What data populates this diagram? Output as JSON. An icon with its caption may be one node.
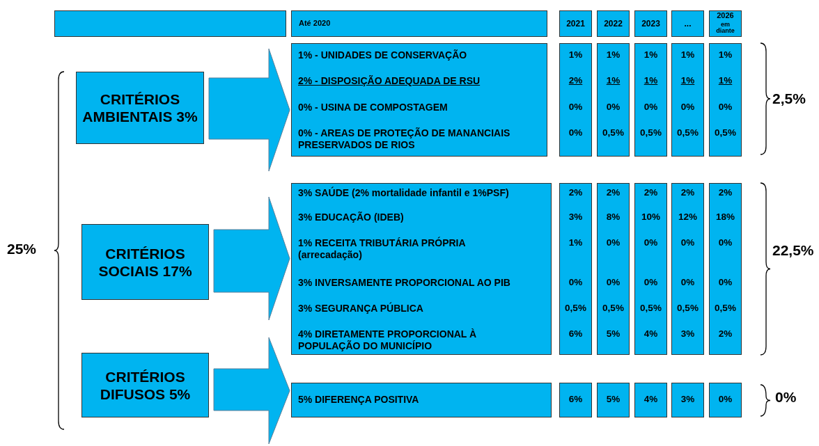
{
  "diagram": {
    "nodes": [
      {
        "text": [],
        "shape": "box"
      },
      {
        "text": [
          "Até 2020"
        ]
      },
      {
        "text": [
          "2021"
        ]
      },
      {
        "text": [
          "2022"
        ]
      },
      {
        "text": [
          "2023"
        ]
      },
      {
        "text": [
          "..."
        ]
      },
      {
        "text": [
          "2026",
          "em diante"
        ]
      },
      {
        "text": [
          "CRITÉRIOS AMBIENTAIS 3%"
        ]
      },
      {
        "text": [
          "1% - UNIDADES DE CONSERVAÇÃO",
          "2% - DISPOSIÇÃO ADEQUADA DE RSU",
          "0% - USINA DE COMPOSTAGEM",
          "0% - AREAS DE PROTEÇÃO DE MANANCIAIS PRESERVADOS DE RIOS"
        ]
      },
      {
        "text": [
          "1%",
          "2%",
          "0%",
          "0%"
        ]
      },
      {
        "text": [
          "1%",
          "1%",
          "0%",
          "0,5%"
        ]
      },
      {
        "text": [
          "1%",
          "1%",
          "0%",
          "0,5%"
        ]
      },
      {
        "text": [
          "1%",
          "1%",
          "0%",
          "0,5%"
        ]
      },
      {
        "text": [
          "1%",
          "1%",
          "0%",
          "0,5%"
        ]
      },
      {
        "text": [
          "CRITÉRIOS SOCIAIS 17%"
        ]
      },
      {
        "text": [
          "3% SAÚDE (2% mortalidade infantil e 1%PSF)",
          "3% EDUCAÇÃO (IDEB)",
          "1% RECEITA TRIBUTÁRIA PRÓPRIA (arrecadação)",
          "3%  INVERSAMENTE PROPORCIONAL AO PIB",
          "3% SEGURANÇA PÚBLICA",
          "4% DIRETAMENTE PROPORCIONAL À POPULAÇÃO DO MUNICÍPIO"
        ]
      },
      {
        "text": [
          "2%",
          "3%",
          "1%",
          "0%",
          "0,5%",
          "6%"
        ]
      },
      {
        "text": [
          "2%",
          "8%",
          "0%",
          "0%",
          "0,5%",
          "5%"
        ]
      },
      {
        "text": [
          "2%",
          "10%",
          "0%",
          "0%",
          "0,5%",
          "4%"
        ]
      },
      {
        "text": [
          "2%",
          "12%",
          "0%",
          "0%",
          "0,5%",
          "3%"
        ]
      },
      {
        "text": [
          "2%",
          "18%",
          "0%",
          "0%",
          "0,5%",
          "2%"
        ]
      },
      {
        "text": [
          "CRITÉRIOS DIFUSOS 5%"
        ]
      },
      {
        "text": [
          "5% DIFERENÇA POSITIVA"
        ]
      },
      {
        "text": [
          "6%"
        ]
      },
      {
        "text": [
          "5%"
        ]
      },
      {
        "text": [
          "4%"
        ]
      },
      {
        "text": [
          "3%"
        ]
      },
      {
        "text": [
          "0%"
        ]
      }
    ],
    "edges": [
      {
        "from": 7,
        "to": 8,
        "arrow": "to"
      },
      {
        "from": 14,
        "to": 15,
        "arrow": "to"
      },
      {
        "from": 21,
        "to": 22,
        "arrow": "to"
      }
    ],
    "labels": [
      "2,5%",
      "25%",
      "22,5%",
      "0%"
    ]
  }
}
